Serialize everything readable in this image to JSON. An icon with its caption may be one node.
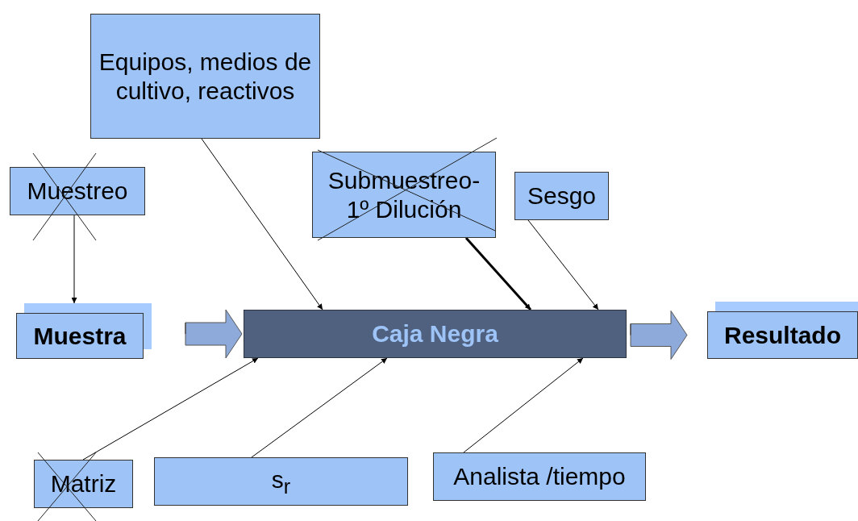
{
  "diagram": {
    "nodes": [
      {
        "text": [
          "Equipos, medios de cultivo, reactivos"
        ]
      },
      {
        "text": [
          "Muestreo"
        ]
      },
      {
        "text": [
          "Submuestreo- 1º Dilución"
        ]
      },
      {
        "text": [
          "Sesgo"
        ]
      },
      {
        "text": [
          "Muestra"
        ]
      },
      {
        "text": [
          "Caja Negra"
        ]
      },
      {
        "text": [
          "Resultado"
        ]
      },
      {
        "text": [
          "Matriz"
        ]
      },
      {
        "text": [
          "s$_{r}$"
        ]
      },
      {
        "text": [
          "Analista /tiempo"
        ]
      }
    ],
    "edges": [
      {
        "from": 0,
        "to": 5,
        "arrow": "to"
      },
      {
        "from": 1,
        "to": 4,
        "arrow": "to"
      },
      {
        "from": 2,
        "to": 5,
        "arrow": "to",
        "style": "thick"
      },
      {
        "from": 3,
        "to": 5,
        "arrow": "to"
      },
      {
        "from": 4,
        "to": 5,
        "arrow": "to",
        "style": "thick",
        "color": "#8eaadb"
      },
      {
        "from": 5,
        "to": 6,
        "arrow": "to",
        "style": "thick",
        "color": "#8eaadb"
      },
      {
        "from": 7,
        "to": 5,
        "arrow": "to"
      },
      {
        "from": 8,
        "to": 5,
        "arrow": "to"
      },
      {
        "from": 9,
        "to": 5,
        "arrow": "to"
      }
    ]
  }
}
